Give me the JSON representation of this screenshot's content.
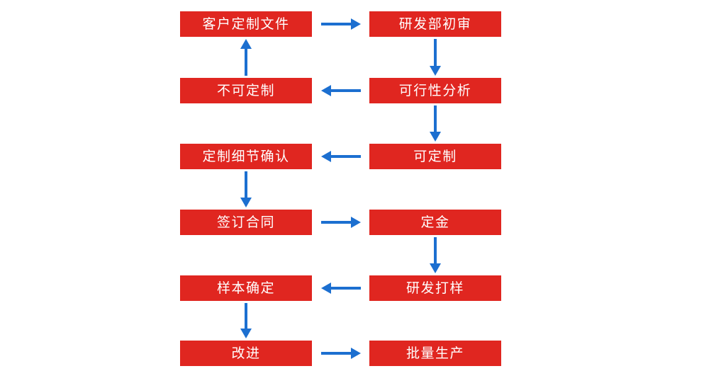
{
  "diagram": {
    "type": "flowchart",
    "colors": {
      "background": "#ffffff",
      "node_fill": "#e02620",
      "node_text": "#ffffff",
      "arrow": "#1c6fd0"
    },
    "nodes": [
      {
        "id": "customer-custom-file",
        "label": "客户定制文件",
        "col": "left",
        "row": 0
      },
      {
        "id": "rd-initial-review",
        "label": "研发部初审",
        "col": "right",
        "row": 0
      },
      {
        "id": "not-customizable",
        "label": "不可定制",
        "col": "left",
        "row": 1
      },
      {
        "id": "feasibility-analysis",
        "label": "可行性分析",
        "col": "right",
        "row": 1
      },
      {
        "id": "detail-confirmation",
        "label": "定制细节确认",
        "col": "left",
        "row": 2
      },
      {
        "id": "customizable",
        "label": "可定制",
        "col": "right",
        "row": 2
      },
      {
        "id": "sign-contract",
        "label": "签订合同",
        "col": "left",
        "row": 3
      },
      {
        "id": "deposit",
        "label": "定金",
        "col": "right",
        "row": 3
      },
      {
        "id": "sample-confirmation",
        "label": "样本确定",
        "col": "left",
        "row": 4
      },
      {
        "id": "rd-prototyping",
        "label": "研发打样",
        "col": "right",
        "row": 4
      },
      {
        "id": "improvement",
        "label": "改进",
        "col": "left",
        "row": 5
      },
      {
        "id": "mass-production",
        "label": "批量生产",
        "col": "right",
        "row": 5
      }
    ],
    "edges": [
      {
        "from": "customer-custom-file",
        "to": "rd-initial-review",
        "dir": "right"
      },
      {
        "from": "rd-initial-review",
        "to": "feasibility-analysis",
        "dir": "down"
      },
      {
        "from": "feasibility-analysis",
        "to": "not-customizable",
        "dir": "left"
      },
      {
        "from": "not-customizable",
        "to": "customer-custom-file",
        "dir": "up"
      },
      {
        "from": "feasibility-analysis",
        "to": "customizable",
        "dir": "down"
      },
      {
        "from": "customizable",
        "to": "detail-confirmation",
        "dir": "left"
      },
      {
        "from": "detail-confirmation",
        "to": "sign-contract",
        "dir": "down"
      },
      {
        "from": "sign-contract",
        "to": "deposit",
        "dir": "right"
      },
      {
        "from": "deposit",
        "to": "rd-prototyping",
        "dir": "down"
      },
      {
        "from": "rd-prototyping",
        "to": "sample-confirmation",
        "dir": "left"
      },
      {
        "from": "sample-confirmation",
        "to": "improvement",
        "dir": "down"
      },
      {
        "from": "improvement",
        "to": "mass-production",
        "dir": "right"
      }
    ]
  }
}
